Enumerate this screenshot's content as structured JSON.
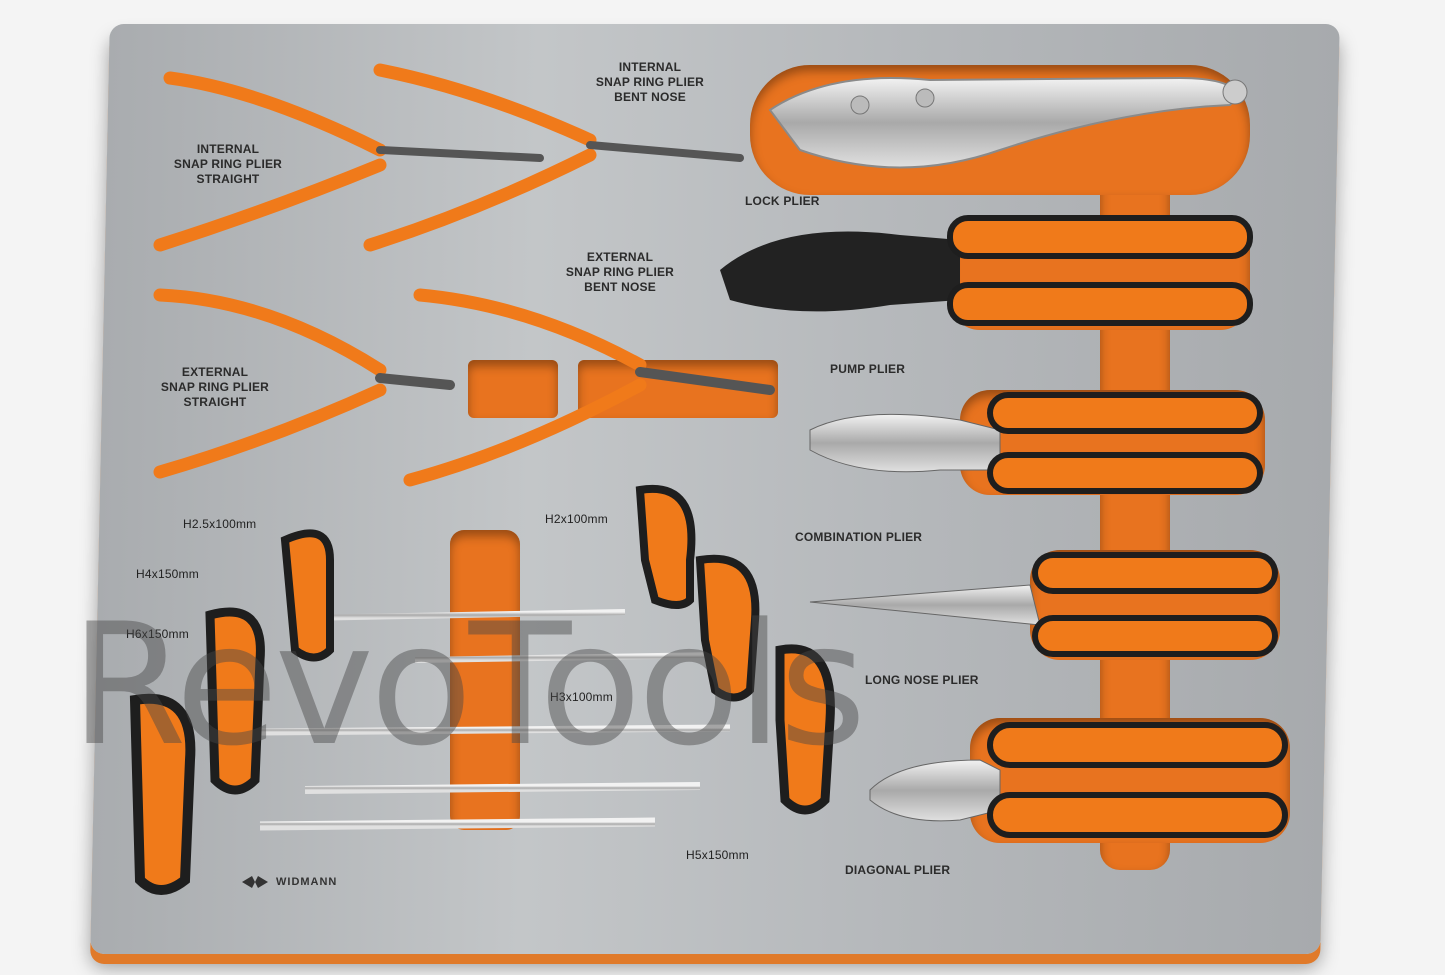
{
  "labels": {
    "internal_straight": [
      "INTERNAL",
      "SNAP RING PLIER",
      "STRAIGHT"
    ],
    "internal_bent": [
      "INTERNAL",
      "SNAP RING PLIER",
      "BENT NOSE"
    ],
    "external_bent": [
      "EXTERNAL",
      "SNAP RING PLIER",
      "BENT NOSE"
    ],
    "external_straight": [
      "EXTERNAL",
      "SNAP RING PLIER",
      "STRAIGHT"
    ],
    "lock_plier": "LOCK PLIER",
    "pump_plier": "PUMP PLIER",
    "combination_plier": "COMBINATION PLIER",
    "long_nose_plier": "LONG NOSE PLIER",
    "diagonal_plier": "DIAGONAL PLIER",
    "h2_5": "H2.5x100mm",
    "h2": "H2x100mm",
    "h4": "H4x150mm",
    "h6": "H6x150mm",
    "h3": "H3x100mm",
    "h5": "H5x150mm"
  },
  "brand": "WIDMANN",
  "watermark": "RevoTools",
  "colors": {
    "foam_orange": "#e8731f",
    "handle_orange": "#f07a1a",
    "handle_black": "#1e1e1e",
    "tray_gray": "#b8bbbe",
    "chrome": "#cfcfcf"
  }
}
